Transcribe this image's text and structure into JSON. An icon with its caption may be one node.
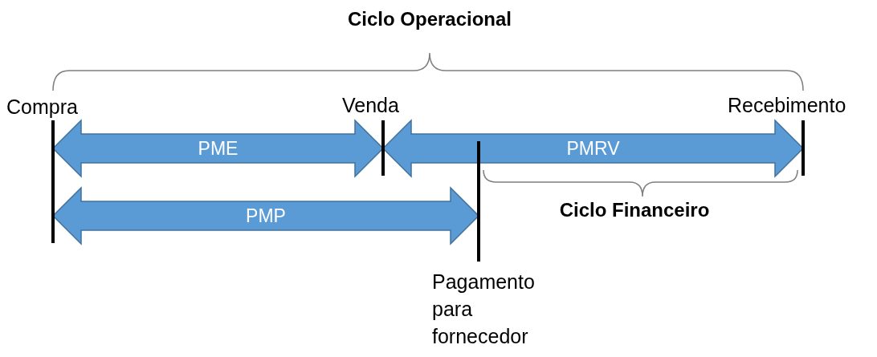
{
  "diagram": {
    "nodes": [
      {
        "text": [
          "Compra"
        ]
      },
      {
        "text": [
          "Venda"
        ]
      },
      {
        "text": [
          "Recebimento"
        ]
      },
      {
        "text": [
          "Pagamento para fornecedor"
        ]
      }
    ],
    "edges": [
      {
        "from": 0,
        "to": 1,
        "arrow": "both",
        "label": "PME"
      },
      {
        "from": 1,
        "to": 2,
        "arrow": "both",
        "label": "PMRV"
      },
      {
        "from": 0,
        "to": 3,
        "arrow": "both",
        "label": "PMP"
      }
    ],
    "labels": [
      "Ciclo Operacional",
      "Ciclo Financeiro"
    ]
  }
}
